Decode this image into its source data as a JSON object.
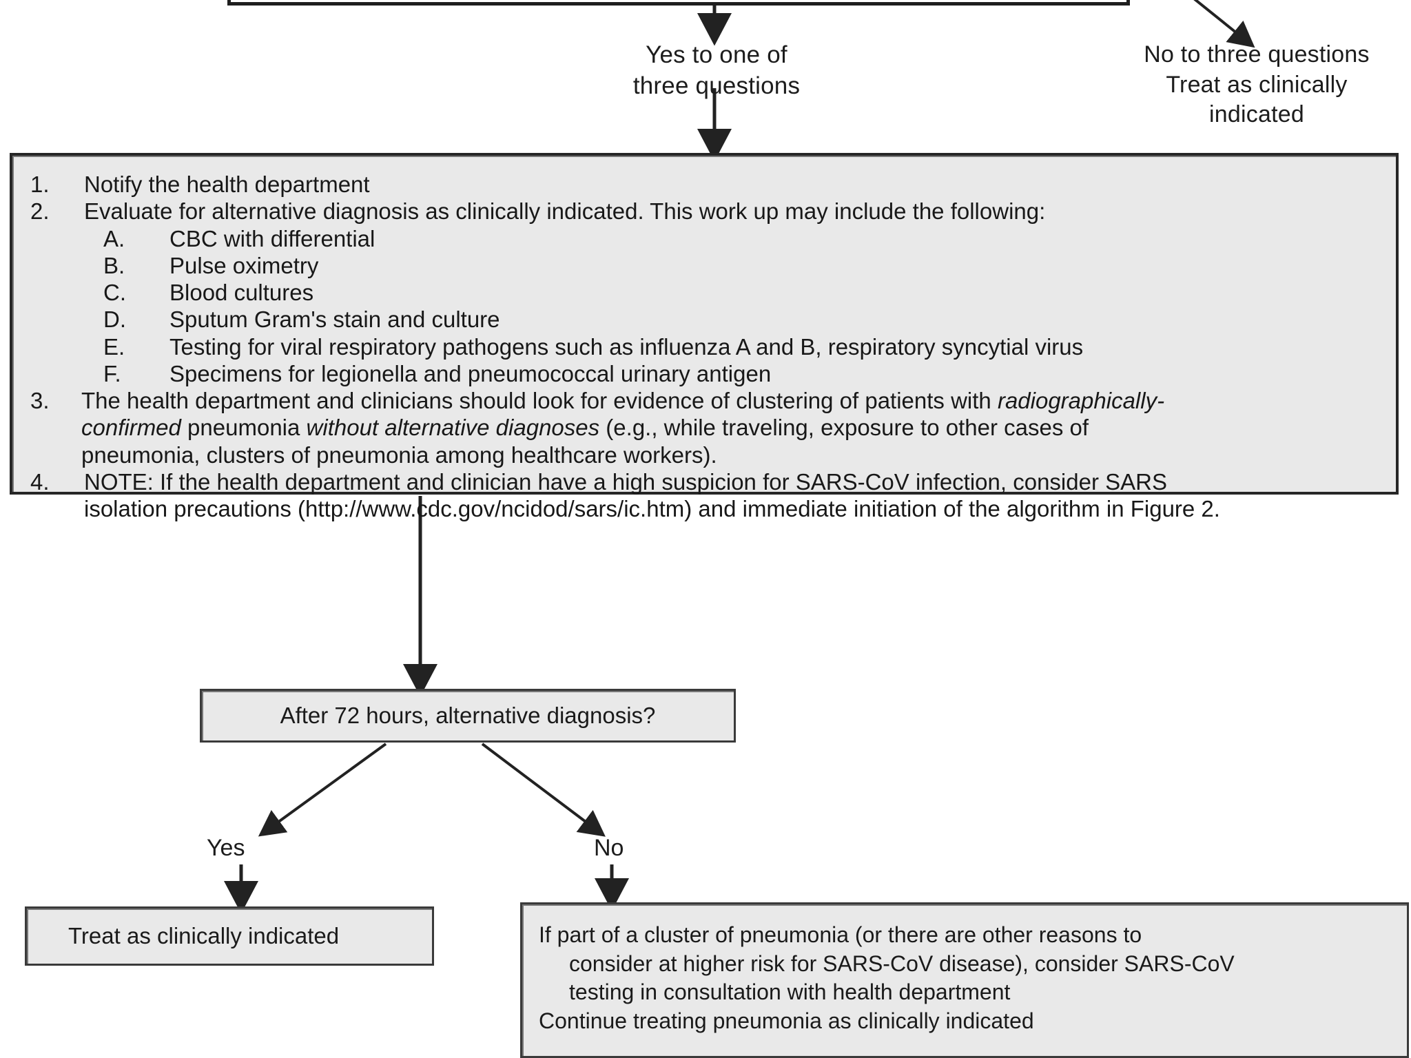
{
  "diagram": {
    "title_hidden_top_box": "",
    "branch_labels": {
      "yes_branch": "Yes to one of\nthree questions",
      "no_branch": "No to three questions\nTreat as clinically\nindicated"
    },
    "main_panel": {
      "items": [
        {
          "num": "1.",
          "text": "Notify the health department",
          "sub": false
        },
        {
          "num": "2.",
          "text": "Evaluate for alternative diagnosis as clinically indicated.  This work up may include the following:",
          "sub": false
        },
        {
          "num": "A.",
          "text": "CBC with differential",
          "sub": true
        },
        {
          "num": "B.",
          "text": "Pulse oximetry",
          "sub": true
        },
        {
          "num": "C.",
          "text": "Blood cultures",
          "sub": true
        },
        {
          "num": "D.",
          "text": "Sputum Gram's stain and culture",
          "sub": true
        },
        {
          "num": "E.",
          "text": "Testing for viral respiratory pathogens such as influenza A and B, respiratory syncytial virus",
          "sub": true
        },
        {
          "num": "F.",
          "text": "Specimens for legionella and pneumococcal urinary antigen",
          "sub": true
        },
        {
          "num": "3.",
          "text": "The health department and clinicians should look for evidence of clustering of patients with radiographically-confirmed pneumonia without alternative diagnoses (e.g., while traveling, exposure to other cases of pneumonia, clusters of pneumonia among healthcare workers).",
          "sub": false,
          "italic_spans": [
            "radiographically-confirmed",
            "without alternative diagnoses"
          ]
        },
        {
          "num": "4.",
          "text": "NOTE:  If the health department and clinician have a high suspicion for SARS-CoV infection, consider SARS isolation precautions (http://www.cdc.gov/ncidod/sars/ic.htm) and immediate initiation of the algorithm in Figure 2.",
          "sub": false
        }
      ],
      "item3_line1": "The health department and clinicians should look for evidence of clustering of patients with ",
      "item3_ital1": "radiographically-",
      "item3_line2_ital": "confirmed",
      "item3_line2_mid": " pneumonia ",
      "item3_ital2": "without alternative diagnoses",
      "item3_line2_tail": " (e.g., while traveling, exposure to other cases of",
      "item3_line3": " pneumonia, clusters of pneumonia among healthcare workers).",
      "item4_line1": "NOTE:  If the health department and clinician have a high suspicion for SARS-CoV infection, consider SARS",
      "item4_line2": "isolation precautions (http://www.cdc.gov/ncidod/sars/ic.htm) and immediate initiation of the algorithm in Figure 2."
    },
    "decision": {
      "question": "After 72 hours, alternative  diagnosis?",
      "yes_label": "Yes",
      "no_label": "No"
    },
    "outcomes": {
      "yes_box": "Treat as clinically indicated",
      "no_box": {
        "line1": "If part of a cluster of pneumonia (or there are other reasons to",
        "line2": "consider at higher risk for SARS-CoV disease), consider SARS-CoV",
        "line3": "testing in consultation with health department",
        "line4": "Continue treating pneumonia as clinically indicated"
      }
    },
    "colors": {
      "box_fill": "#e9e9e9",
      "box_border": "#3a3a3a",
      "text": "#1a1a1a",
      "page_bg": "#ffffff"
    }
  }
}
